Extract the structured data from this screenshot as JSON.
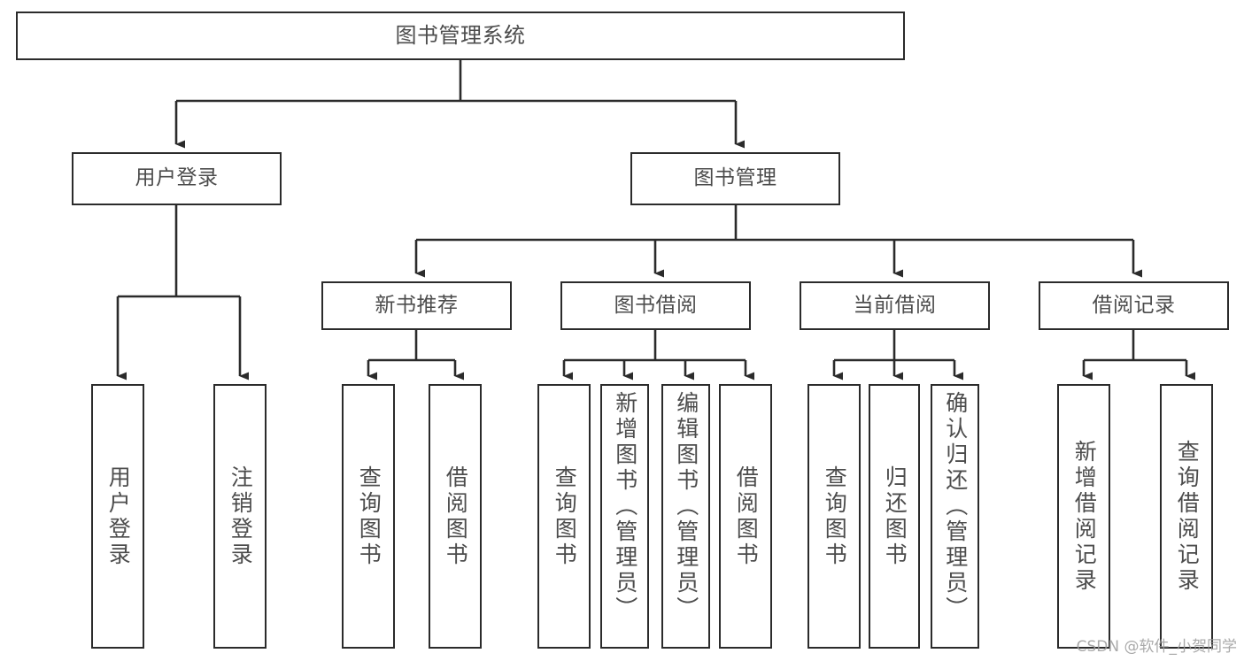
{
  "diagram": {
    "title": "图书管理系统",
    "type": "tree-hierarchy-chart",
    "watermark": "CSDN @软件_小贺同学",
    "colors": {
      "stroke": "#2b2b2b",
      "text": "#4c4c4c",
      "background": "#ffffff",
      "watermark": "#9b9b9b"
    }
  },
  "nodes": {
    "root": {
      "label": "图书管理系统"
    },
    "level2": [
      {
        "id": "user-login",
        "label": "用户登录"
      },
      {
        "id": "book-management",
        "label": "图书管理"
      }
    ],
    "level3": [
      {
        "id": "new-book-recommend",
        "label": "新书推荐"
      },
      {
        "id": "book-borrow",
        "label": "图书借阅"
      },
      {
        "id": "current-borrow",
        "label": "当前借阅"
      },
      {
        "id": "borrow-record",
        "label": "借阅记录"
      }
    ],
    "leaves": {
      "user_login": [
        {
          "id": "leaf-user-login",
          "label": "用户登录"
        },
        {
          "id": "leaf-logout-login",
          "label": "注销登录"
        }
      ],
      "new_book_recommend": [
        {
          "id": "leaf-query-book-1",
          "label": "查询图书"
        },
        {
          "id": "leaf-borrow-book-1",
          "label": "借阅图书"
        }
      ],
      "book_borrow": [
        {
          "id": "leaf-query-book-2",
          "label": "查询图书"
        },
        {
          "id": "leaf-add-book",
          "label": "新增图书（管理员）"
        },
        {
          "id": "leaf-edit-book",
          "label": "编辑图书（管理员）"
        },
        {
          "id": "leaf-borrow-book-2",
          "label": "借阅图书"
        }
      ],
      "current_borrow": [
        {
          "id": "leaf-query-book-3",
          "label": "查询图书"
        },
        {
          "id": "leaf-return-book",
          "label": "归还图书"
        },
        {
          "id": "leaf-confirm-return",
          "label": "确认归还（管理员）"
        }
      ],
      "borrow_record": [
        {
          "id": "leaf-add-borrow-record",
          "label": "新增借阅记录"
        },
        {
          "id": "leaf-query-borrow-record",
          "label": "查询借阅记录"
        }
      ]
    }
  }
}
